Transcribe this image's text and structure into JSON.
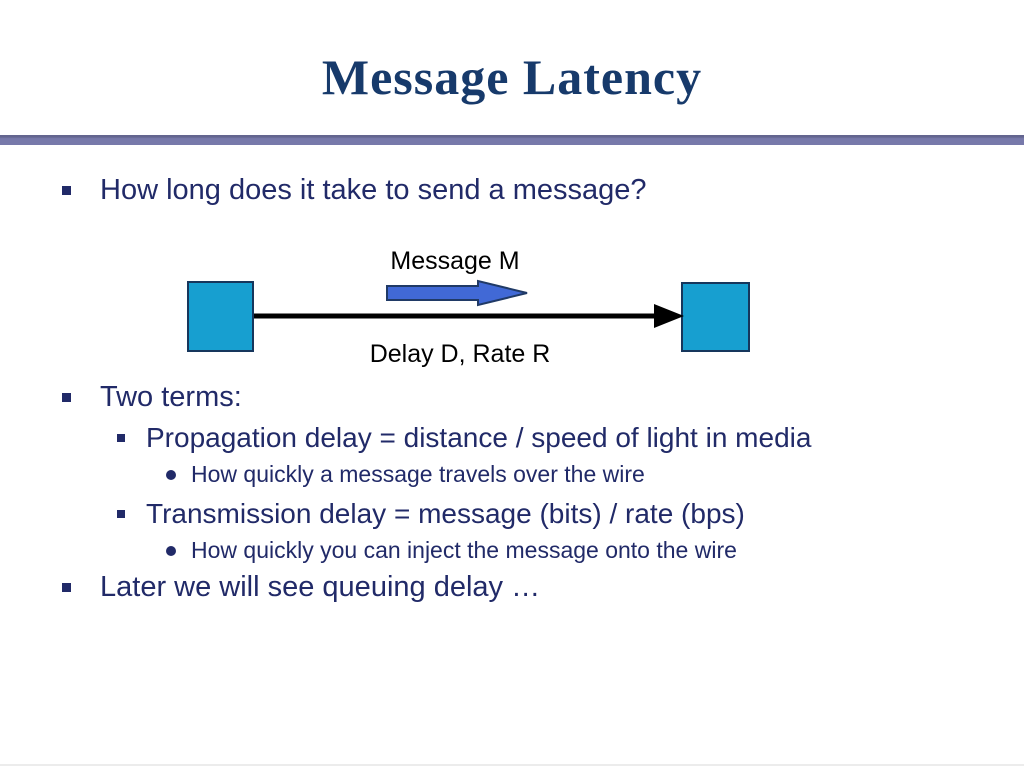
{
  "slide": {
    "title": "Message Latency",
    "bullets": [
      {
        "level": 1,
        "text": "How long does it take to send a message?"
      },
      {
        "level": 1,
        "text": "Two terms:"
      },
      {
        "level": 2,
        "text": "Propagation delay = distance / speed of light in media"
      },
      {
        "level": 3,
        "text": "How quickly a message travels over the wire"
      },
      {
        "level": 2,
        "text": "Transmission delay = message (bits) / rate (bps)"
      },
      {
        "level": 3,
        "text": "How quickly you can inject the message onto the wire"
      },
      {
        "level": 1,
        "text": "Later we will see queuing delay …"
      }
    ],
    "diagram": {
      "top_label": "Message M",
      "bottom_label": "Delay D, Rate R",
      "colors": {
        "node_fill": "#179fd0",
        "node_border": "#16365c",
        "message_arrow_fill": "#4169d6",
        "message_arrow_border": "#203a66",
        "link_line": "#000000"
      }
    },
    "colors": {
      "title_text": "#173a6b",
      "body_text": "#212a68",
      "divider_bar": "#7779aa"
    }
  }
}
